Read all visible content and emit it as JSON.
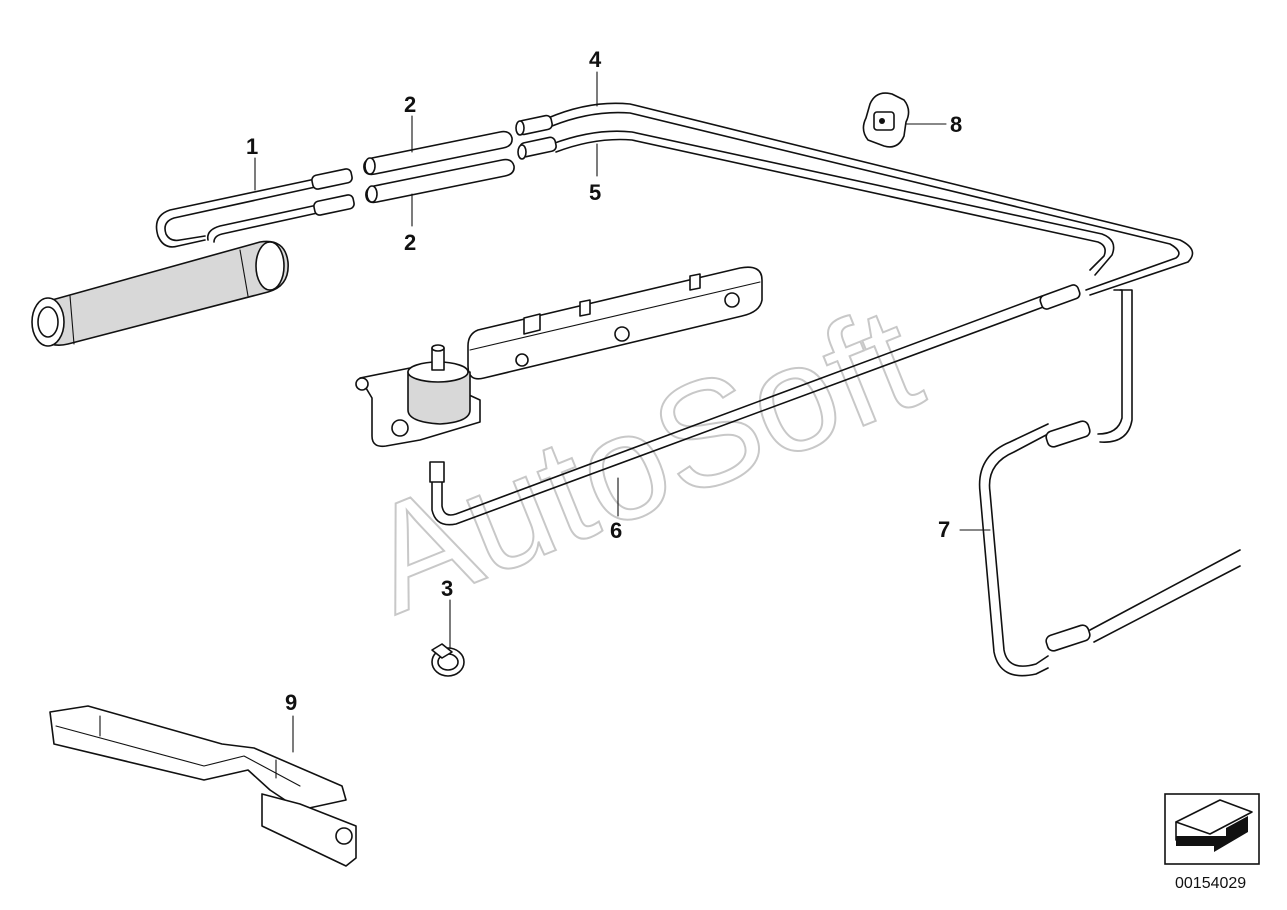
{
  "diagram": {
    "callouts": {
      "c1": "1",
      "c2a": "2",
      "c2b": "2",
      "c3": "3",
      "c4": "4",
      "c5": "5",
      "c6": "6",
      "c7": "7",
      "c8": "8",
      "c9": "9"
    },
    "watermark": "AutoSoft",
    "part_number": "00154029"
  }
}
